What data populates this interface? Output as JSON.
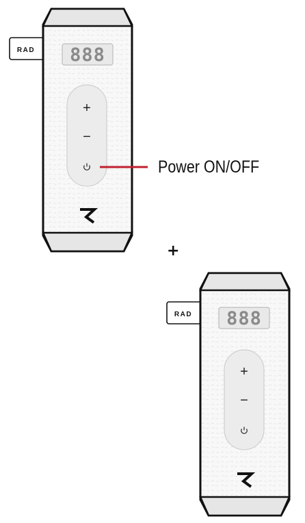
{
  "devices": [
    {
      "id": "device-1",
      "tag_label": "RAD",
      "display_digits": "888",
      "buttons": {
        "plus": "+",
        "minus": "−",
        "power": "⏻"
      },
      "logo_icon": "rad-logo-icon"
    },
    {
      "id": "device-2",
      "tag_label": "RAD",
      "display_digits": "888",
      "buttons": {
        "plus": "+",
        "minus": "−",
        "power": "⏻"
      },
      "logo_icon": "rad-logo-icon"
    }
  ],
  "callout": {
    "label": "Power ON/OFF",
    "line_color": "#c0202e"
  },
  "combine_symbol": "+",
  "colors": {
    "outline": "#111111",
    "body": "#f7f7f7",
    "caps": "#e6e6e6",
    "pad": "#ececec",
    "lcd": "#e9e9e9"
  }
}
